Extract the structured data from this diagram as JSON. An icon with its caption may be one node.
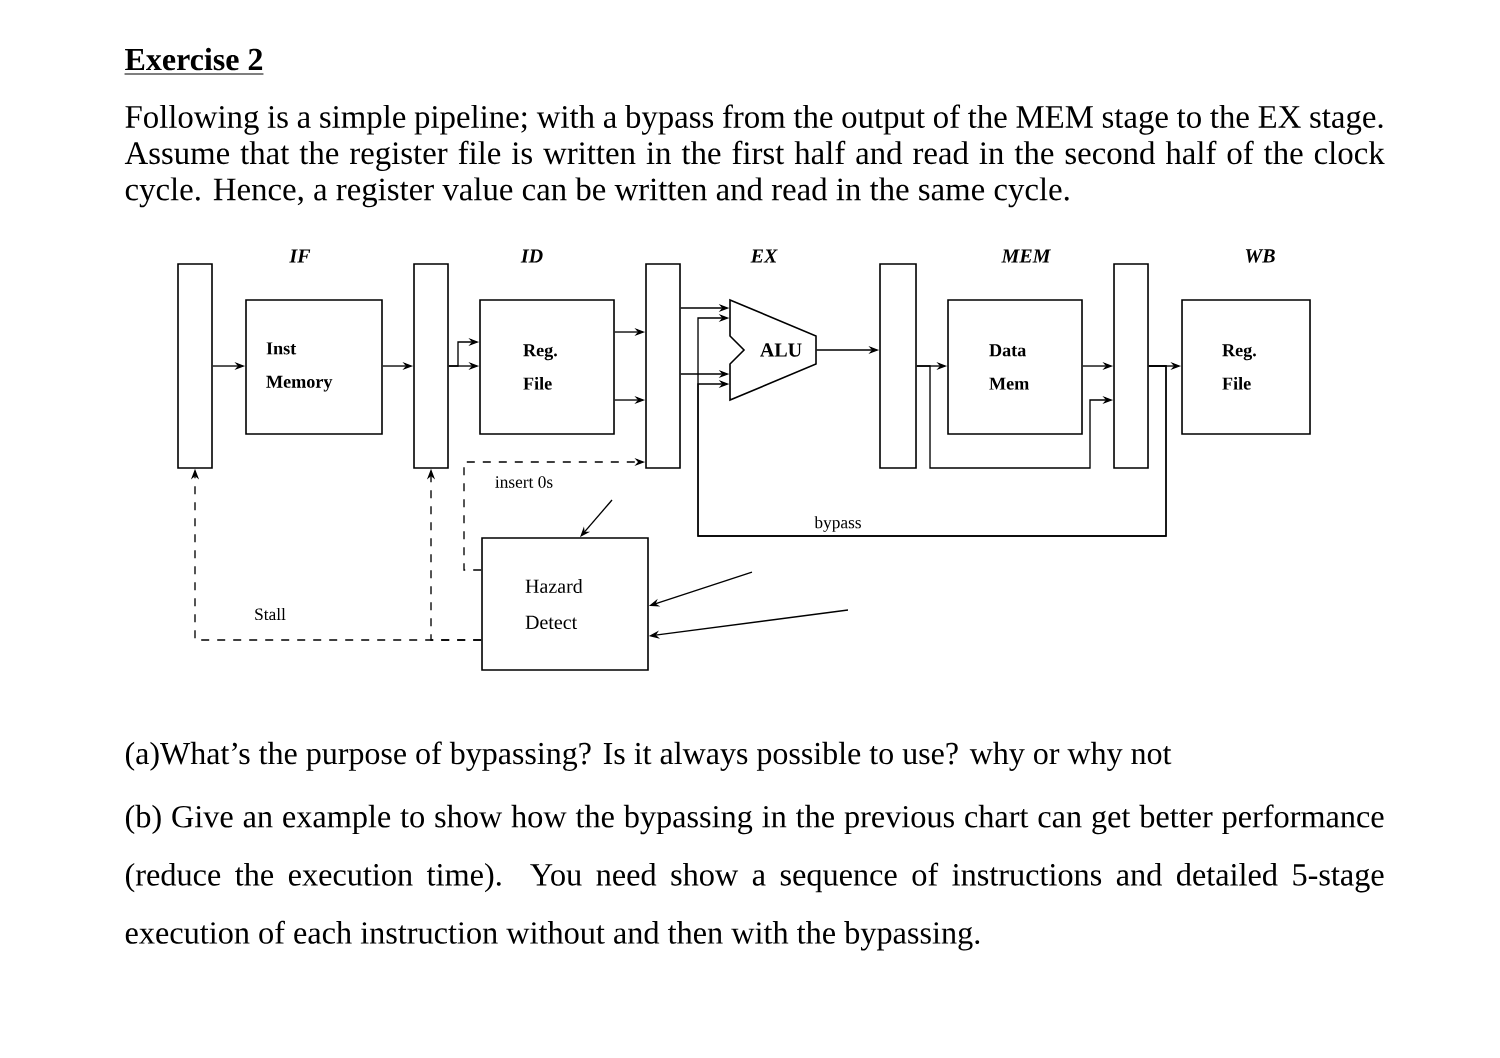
{
  "diagram": {
    "title": "Exercise 2",
    "nodes": [
      {
        "text": [],
        "shape": "bar"
      },
      {
        "text": [
          "Inst Memory"
        ]
      },
      {
        "text": [],
        "shape": "bar"
      },
      {
        "text": [
          "Reg. File"
        ]
      },
      {
        "text": [],
        "shape": "bar"
      },
      {
        "text": [
          "ALU"
        ]
      },
      {
        "text": [],
        "shape": "bar"
      },
      {
        "text": [
          "Data Mem"
        ]
      },
      {
        "text": [],
        "shape": "bar"
      },
      {
        "text": [
          "Reg. File"
        ]
      },
      {
        "text": [
          "Hazard Detect"
        ]
      }
    ],
    "edges": [
      {
        "from": 0,
        "to": 1,
        "arrow": "to"
      },
      {
        "from": 1,
        "to": 2,
        "arrow": "to"
      },
      {
        "from": 2,
        "to": 3,
        "arrow": "to"
      },
      {
        "from": 2,
        "to": 3,
        "arrow": "to"
      },
      {
        "from": 3,
        "to": 4,
        "arrow": "to"
      },
      {
        "from": 3,
        "to": 4,
        "arrow": "to"
      },
      {
        "from": 4,
        "to": 5,
        "arrow": "to"
      },
      {
        "from": 4,
        "to": 5,
        "arrow": "to"
      },
      {
        "from": 5,
        "to": 6,
        "arrow": "to"
      },
      {
        "from": 6,
        "to": 7,
        "arrow": "to"
      },
      {
        "from": 7,
        "to": 8,
        "arrow": "to"
      },
      {
        "from": 6,
        "to": 8,
        "arrow": "to"
      },
      {
        "from": 8,
        "to": 9,
        "arrow": "to"
      },
      {
        "from": 8,
        "to": 5,
        "arrow": "to",
        "label": "bypass"
      },
      {
        "from": 8,
        "to": 5,
        "arrow": "to"
      },
      {
        "from": 10,
        "to": 0,
        "arrow": "to",
        "style": "dashed",
        "label": "Stall"
      },
      {
        "from": 10,
        "to": 2,
        "arrow": "to",
        "style": "dashed"
      },
      {
        "from": 10,
        "to": 4,
        "arrow": "to",
        "style": "dashed",
        "label": "insert 0s"
      },
      {
        "from": null,
        "to": 10,
        "arrow": "to"
      },
      {
        "from": null,
        "to": 10,
        "arrow": "to"
      },
      {
        "from": null,
        "to": 10,
        "arrow": "to"
      }
    ],
    "labels": [
      "Following is a simple pipeline; with a bypass from the output of the MEM stage to the EX stage. Assume that the register file is written in the first half and read in the second half of the clock cycle. Hence, a register value can be written and read in the same cycle.",
      "IF",
      "ID",
      "EX",
      "MEM",
      "WB",
      "(a)What’s the purpose of bypassing? Is it always possible to use? why or why not",
      "(b) Give an example to show how the bypassing in the previous chart can get better performance (reduce the execution time). You need show a sequence of instructions and detailed 5-stage execution of each instruction without and then with the bypassing."
    ]
  }
}
